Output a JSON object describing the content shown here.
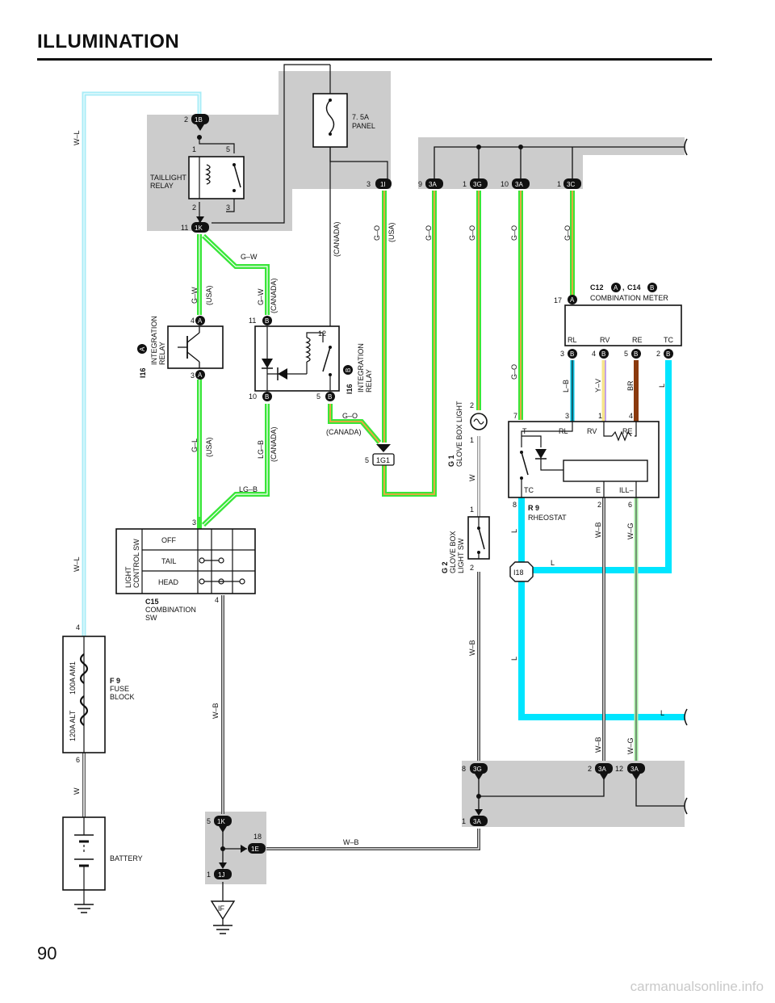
{
  "page": {
    "title": "ILLUMINATION",
    "page_number": "90",
    "watermark": "carmanualsonline.info"
  },
  "components": {
    "panel_fuse": {
      "rating": "7. 5A",
      "name": "PANEL"
    },
    "taillight_relay": {
      "name_line1": "TAILLIGHT",
      "name_line2": "RELAY"
    },
    "integration_relay_a": {
      "code": "I16",
      "tag": "A",
      "name_line1": "INTEGRATION",
      "name_line2": "RELAY"
    },
    "integration_relay_b": {
      "code": "I16",
      "tag": "B",
      "name_line1": "INTEGRATION",
      "name_line2": "RELAY"
    },
    "glove_box_light": {
      "code": "G 1",
      "name": "GLOVE BOX LIGHT"
    },
    "glove_box_light_sw": {
      "code": "G 2",
      "name_line1": "GLOVE BOX",
      "name_line2": "LIGHT SW"
    },
    "combination_meter": {
      "code1": "C12",
      "tag1": "A",
      "sep": ",",
      "code2": "C14",
      "tag2": "B",
      "name": "COMBINATION METER",
      "terminals": [
        "RL",
        "RV",
        "RE",
        "TC"
      ]
    },
    "rheostat": {
      "code": "R 9",
      "name": "RHEOSTAT",
      "terminals_top": [
        "T",
        "RL",
        "RV",
        "RE"
      ],
      "terminals_bottom": [
        "TC",
        "E",
        "ILL–"
      ]
    },
    "light_control_sw": {
      "name_line1": "LIGHT",
      "name_line2": "CONTROL SW",
      "positions": [
        "OFF",
        "TAIL",
        "HEAD"
      ],
      "code": "C15",
      "name_line3": "COMBINATION",
      "name_line4": "SW"
    },
    "fuse_block": {
      "code": "F 9",
      "name_line1": "FUSE",
      "name_line2": "BLOCK",
      "fuse1": "100A AM1",
      "fuse2": "120A ALT"
    },
    "battery": {
      "name": "BATTERY"
    },
    "ground": {
      "name": "IF"
    }
  },
  "connectors": {
    "c1B": "1B",
    "c1K": "1K",
    "c1I": "1I",
    "c3A": "3A",
    "c3G": "3G",
    "c3C": "3C",
    "c1G1": "1G1",
    "c1E": "1E",
    "c1J": "1J",
    "cA": "A",
    "cB": "B",
    "i18": "I18"
  },
  "pins": {
    "p1": "1",
    "p2": "2",
    "p3": "3",
    "p4": "4",
    "p5": "5",
    "p6": "6",
    "p7": "7",
    "p8": "8",
    "p9": "9",
    "p10": "10",
    "p11": "11",
    "p12": "12",
    "p17": "17",
    "p18": "18"
  },
  "wires": {
    "wl": "W–L",
    "gw": "G–W",
    "gl": "G–L",
    "go": "G–O",
    "lgb": "LG–B",
    "wb": "W–B",
    "w": "W",
    "l": "L",
    "lb": "L–B",
    "yv": "Y–V",
    "br": "BR",
    "wg": "W–G",
    "usa": "(USA)",
    "canada": "(CANADA)"
  },
  "colors": {
    "shade": "#cccccc",
    "wire_w_l": "#a8ecf7",
    "wire_green": "#39e639",
    "wire_orange": "#f4a340",
    "wire_lg": "#a6f0a6",
    "wire_l": "#00e5ff",
    "wire_br": "#8b3a0e",
    "wire_y": "#f7e58a",
    "wire_v": "#b58ef0"
  }
}
